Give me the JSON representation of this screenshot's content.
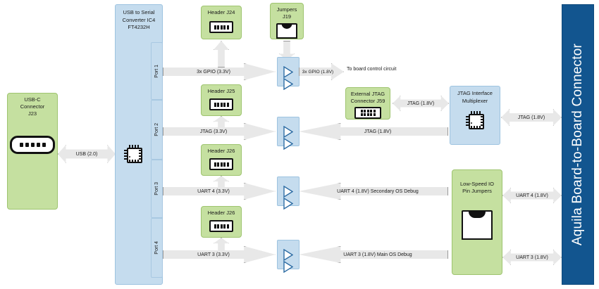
{
  "diagram": {
    "title": "Aquila debug / serial interface block diagram",
    "colors": {
      "green": "#c5e0a0",
      "green_border": "#9ec46f",
      "blue": "#c5dcee",
      "blue_border": "#9dc3e0",
      "navy": "#12558f",
      "arrow_fill": "#e8e8e8",
      "arrow_border": "#9a9a9a"
    }
  },
  "usb_c_connector": {
    "line1": "USB-C",
    "line2": "Connector",
    "line3": "J23",
    "icon": "usb-c-port-icon"
  },
  "usb_link": {
    "label": "USB (2.0)"
  },
  "converter": {
    "line1": "USB to Serial",
    "line2": "Converter IC4",
    "line3": "FT4232H",
    "icon": "ic-chip-icon",
    "ports": [
      {
        "label": "Port 1"
      },
      {
        "label": "Port 2"
      },
      {
        "label": "Port 3"
      },
      {
        "label": "Port 4"
      }
    ]
  },
  "headers": [
    {
      "label": "Header J24",
      "icon": "pin-header-icon"
    },
    {
      "label": "Header J25",
      "icon": "pin-header-icon"
    },
    {
      "label": "Header J26",
      "icon": "pin-header-icon"
    },
    {
      "label": "Header J26",
      "icon": "pin-header-icon"
    }
  ],
  "jumpers_j19": {
    "line1": "Jumpers",
    "line2": "J19",
    "icon": "jumper-shunt-icon"
  },
  "external_jtag": {
    "line1": "External JTAG",
    "line2": "Connector J59",
    "icon": "jtag-header-icon"
  },
  "jtag_mux": {
    "line1": "JTAG Interface",
    "line2": "Multiplexer",
    "icon": "ic-chip-icon"
  },
  "low_speed_io": {
    "line1": "Low-Speed IO",
    "line2": "Pin Jumpers",
    "icon": "jumper-shunt-icon"
  },
  "board_connector": {
    "label": "Aquila Board-to-Board Connector"
  },
  "level_shifters": [
    {
      "name": "level-shifter-port1",
      "icon": "buffer-triangle-icon"
    },
    {
      "name": "level-shifter-port2",
      "icon": "buffer-triangle-icon"
    },
    {
      "name": "level-shifter-port3",
      "icon": "buffer-triangle-icon"
    },
    {
      "name": "level-shifter-port4",
      "icon": "buffer-triangle-icon"
    }
  ],
  "signals": {
    "row1": {
      "left": "3x GPIO (3.3V)",
      "right": "3x GPIO (1.8V)",
      "note": "To board control circuit"
    },
    "row2": {
      "left": "JTAG (3.3V)",
      "right": "JTAG (1.8V)",
      "ext_to_mux": "JTAG (1.8V)",
      "mux_to_board": "JTAG (1.8V)"
    },
    "row3": {
      "left": "UART 4 (3.3V)",
      "right": "UART 4 (1.8V) Secondary OS Debug",
      "to_board": "UART 4 (1.8V)"
    },
    "row4": {
      "left": "UART 3 (3.3V)",
      "right": "UART 3 (1.8V) Main OS Debug",
      "to_board": "UART 3 (1.8V)"
    }
  }
}
